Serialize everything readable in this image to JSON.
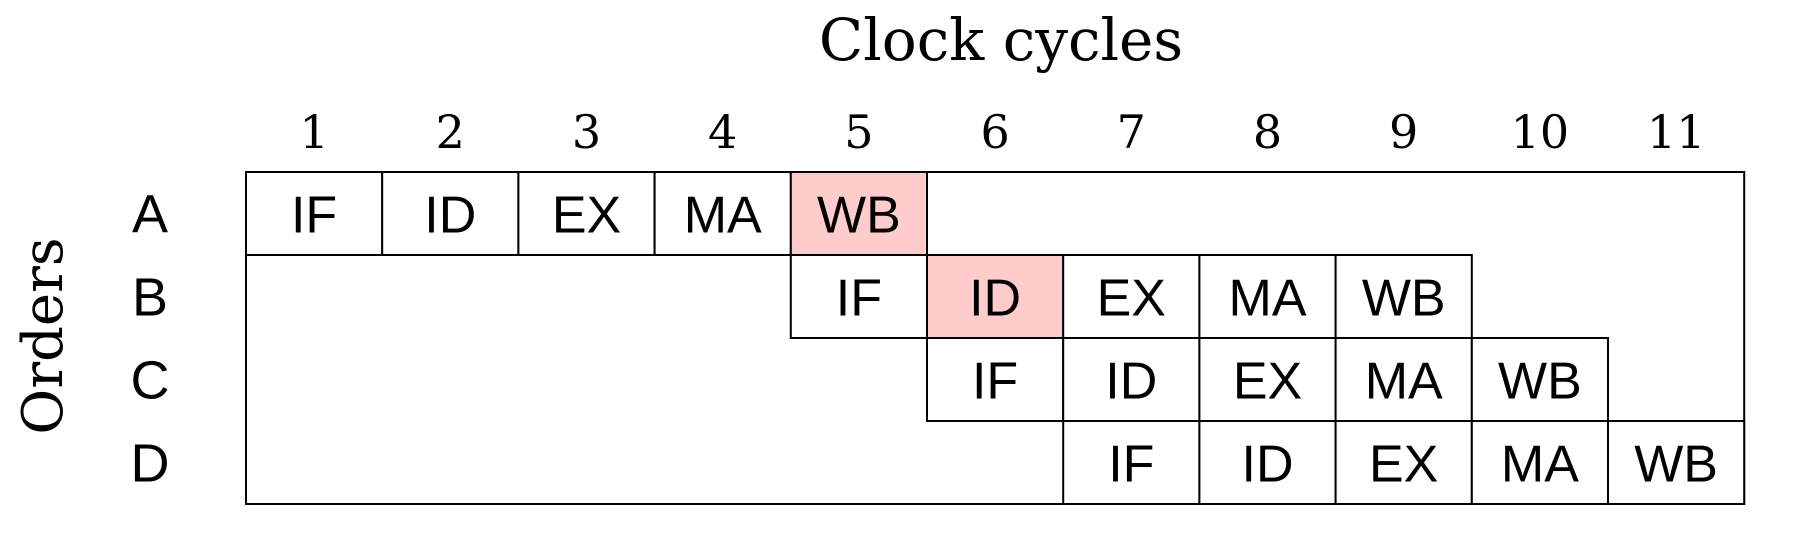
{
  "title": "Clock cycles",
  "y_label": "Orders",
  "cycles": [
    "1",
    "2",
    "3",
    "4",
    "5",
    "6",
    "7",
    "8",
    "9",
    "10",
    "11"
  ],
  "highlight_color": "#ffcccc",
  "rows": [
    {
      "label": "A",
      "cells": [
        {
          "cycle": 1,
          "stage": "IF",
          "highlight": false
        },
        {
          "cycle": 2,
          "stage": "ID",
          "highlight": false
        },
        {
          "cycle": 3,
          "stage": "EX",
          "highlight": false
        },
        {
          "cycle": 4,
          "stage": "MA",
          "highlight": false
        },
        {
          "cycle": 5,
          "stage": "WB",
          "highlight": true
        }
      ]
    },
    {
      "label": "B",
      "cells": [
        {
          "cycle": 5,
          "stage": "IF",
          "highlight": false
        },
        {
          "cycle": 6,
          "stage": "ID",
          "highlight": true
        },
        {
          "cycle": 7,
          "stage": "EX",
          "highlight": false
        },
        {
          "cycle": 8,
          "stage": "MA",
          "highlight": false
        },
        {
          "cycle": 9,
          "stage": "WB",
          "highlight": false
        }
      ]
    },
    {
      "label": "C",
      "cells": [
        {
          "cycle": 6,
          "stage": "IF",
          "highlight": false
        },
        {
          "cycle": 7,
          "stage": "ID",
          "highlight": false
        },
        {
          "cycle": 8,
          "stage": "EX",
          "highlight": false
        },
        {
          "cycle": 9,
          "stage": "MA",
          "highlight": false
        },
        {
          "cycle": 10,
          "stage": "WB",
          "highlight": false
        }
      ]
    },
    {
      "label": "D",
      "cells": [
        {
          "cycle": 7,
          "stage": "IF",
          "highlight": false
        },
        {
          "cycle": 8,
          "stage": "ID",
          "highlight": false
        },
        {
          "cycle": 9,
          "stage": "EX",
          "highlight": false
        },
        {
          "cycle": 10,
          "stage": "MA",
          "highlight": false
        },
        {
          "cycle": 11,
          "stage": "WB",
          "highlight": false
        }
      ]
    }
  ]
}
